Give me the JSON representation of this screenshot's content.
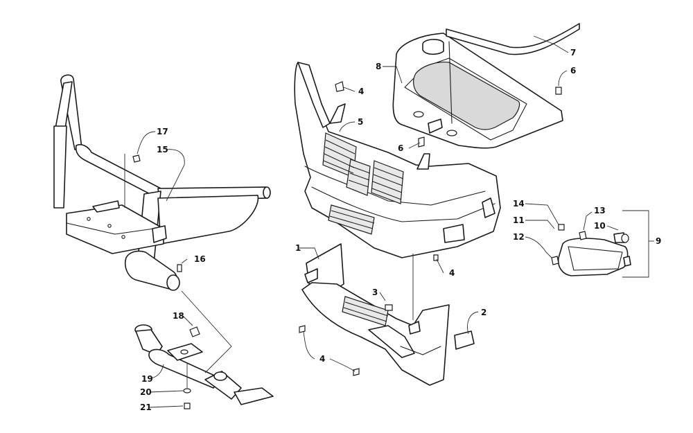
{
  "callouts": [
    {
      "id": "c1",
      "label": "1"
    },
    {
      "id": "c2",
      "label": "2"
    },
    {
      "id": "c3",
      "label": "3"
    },
    {
      "id": "c4a",
      "label": "4"
    },
    {
      "id": "c4b",
      "label": "4"
    },
    {
      "id": "c4c",
      "label": "4"
    },
    {
      "id": "c5",
      "label": "5"
    },
    {
      "id": "c6a",
      "label": "6"
    },
    {
      "id": "c6b",
      "label": "6"
    },
    {
      "id": "c7",
      "label": "7"
    },
    {
      "id": "c8",
      "label": "8"
    },
    {
      "id": "c9",
      "label": "9"
    },
    {
      "id": "c10",
      "label": "10"
    },
    {
      "id": "c11",
      "label": "11"
    },
    {
      "id": "c12",
      "label": "12"
    },
    {
      "id": "c13",
      "label": "13"
    },
    {
      "id": "c14",
      "label": "14"
    },
    {
      "id": "c15",
      "label": "15"
    },
    {
      "id": "c16",
      "label": "16"
    },
    {
      "id": "c17",
      "label": "17"
    },
    {
      "id": "c18",
      "label": "18"
    },
    {
      "id": "c19",
      "label": "19"
    },
    {
      "id": "c20",
      "label": "20"
    },
    {
      "id": "c21",
      "label": "21"
    }
  ]
}
